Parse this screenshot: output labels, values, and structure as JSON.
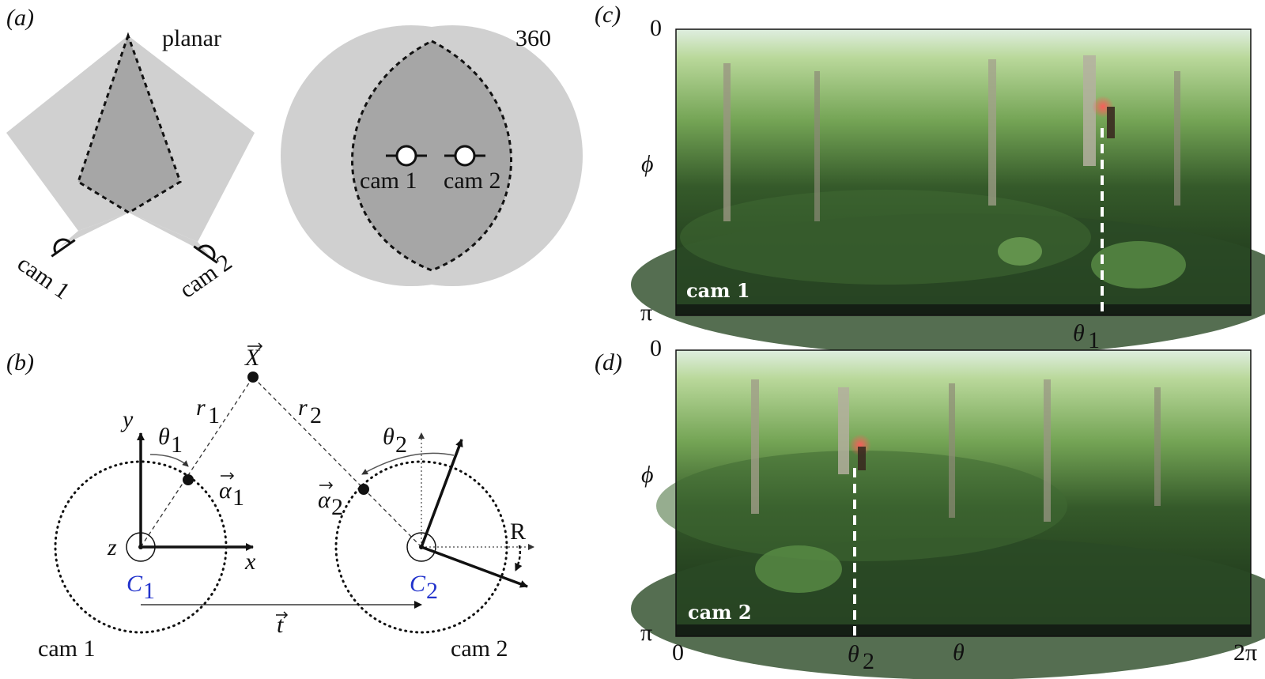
{
  "panels": {
    "a": {
      "tag": "(a)",
      "planar_label": "planar",
      "omni_label": "360",
      "cam1_label": "cam 1",
      "cam2_label": "cam 2"
    },
    "b": {
      "tag": "(b)",
      "X_label": "X",
      "r1": "r",
      "r1_sub": "1",
      "r2": "r",
      "r2_sub": "2",
      "theta1": "θ",
      "theta1_sub": "1",
      "theta2": "θ",
      "theta2_sub": "2",
      "alpha1": "α",
      "alpha1_sub": "1",
      "alpha2": "α",
      "alpha2_sub": "2",
      "y_axis": "y",
      "x_axis": "x",
      "z_axis": "z",
      "C1": "C",
      "C1_sub": "1",
      "C2": "C",
      "C2_sub": "2",
      "t_label": "t",
      "R_label": "R",
      "cam1_label": "cam 1",
      "cam2_label": "cam 2"
    },
    "c": {
      "tag": "(c)",
      "phi_label": "ϕ",
      "y_top": "0",
      "y_bottom": "π",
      "cam_tag": "cam 1",
      "theta_label": "θ",
      "theta_sub": "1"
    },
    "d": {
      "tag": "(d)",
      "phi_label": "ϕ",
      "y_top": "0",
      "y_bottom": "π",
      "cam_tag": "cam 2",
      "x_left": "0",
      "x_right": "2π",
      "theta_axis": "θ",
      "theta2_label": "θ",
      "theta2_sub": "2"
    }
  },
  "colors": {
    "overlap": "#a6a6a6",
    "fov": "#d0d0d0",
    "C_labels": "#2233cc",
    "target_marker": "#e03030"
  }
}
